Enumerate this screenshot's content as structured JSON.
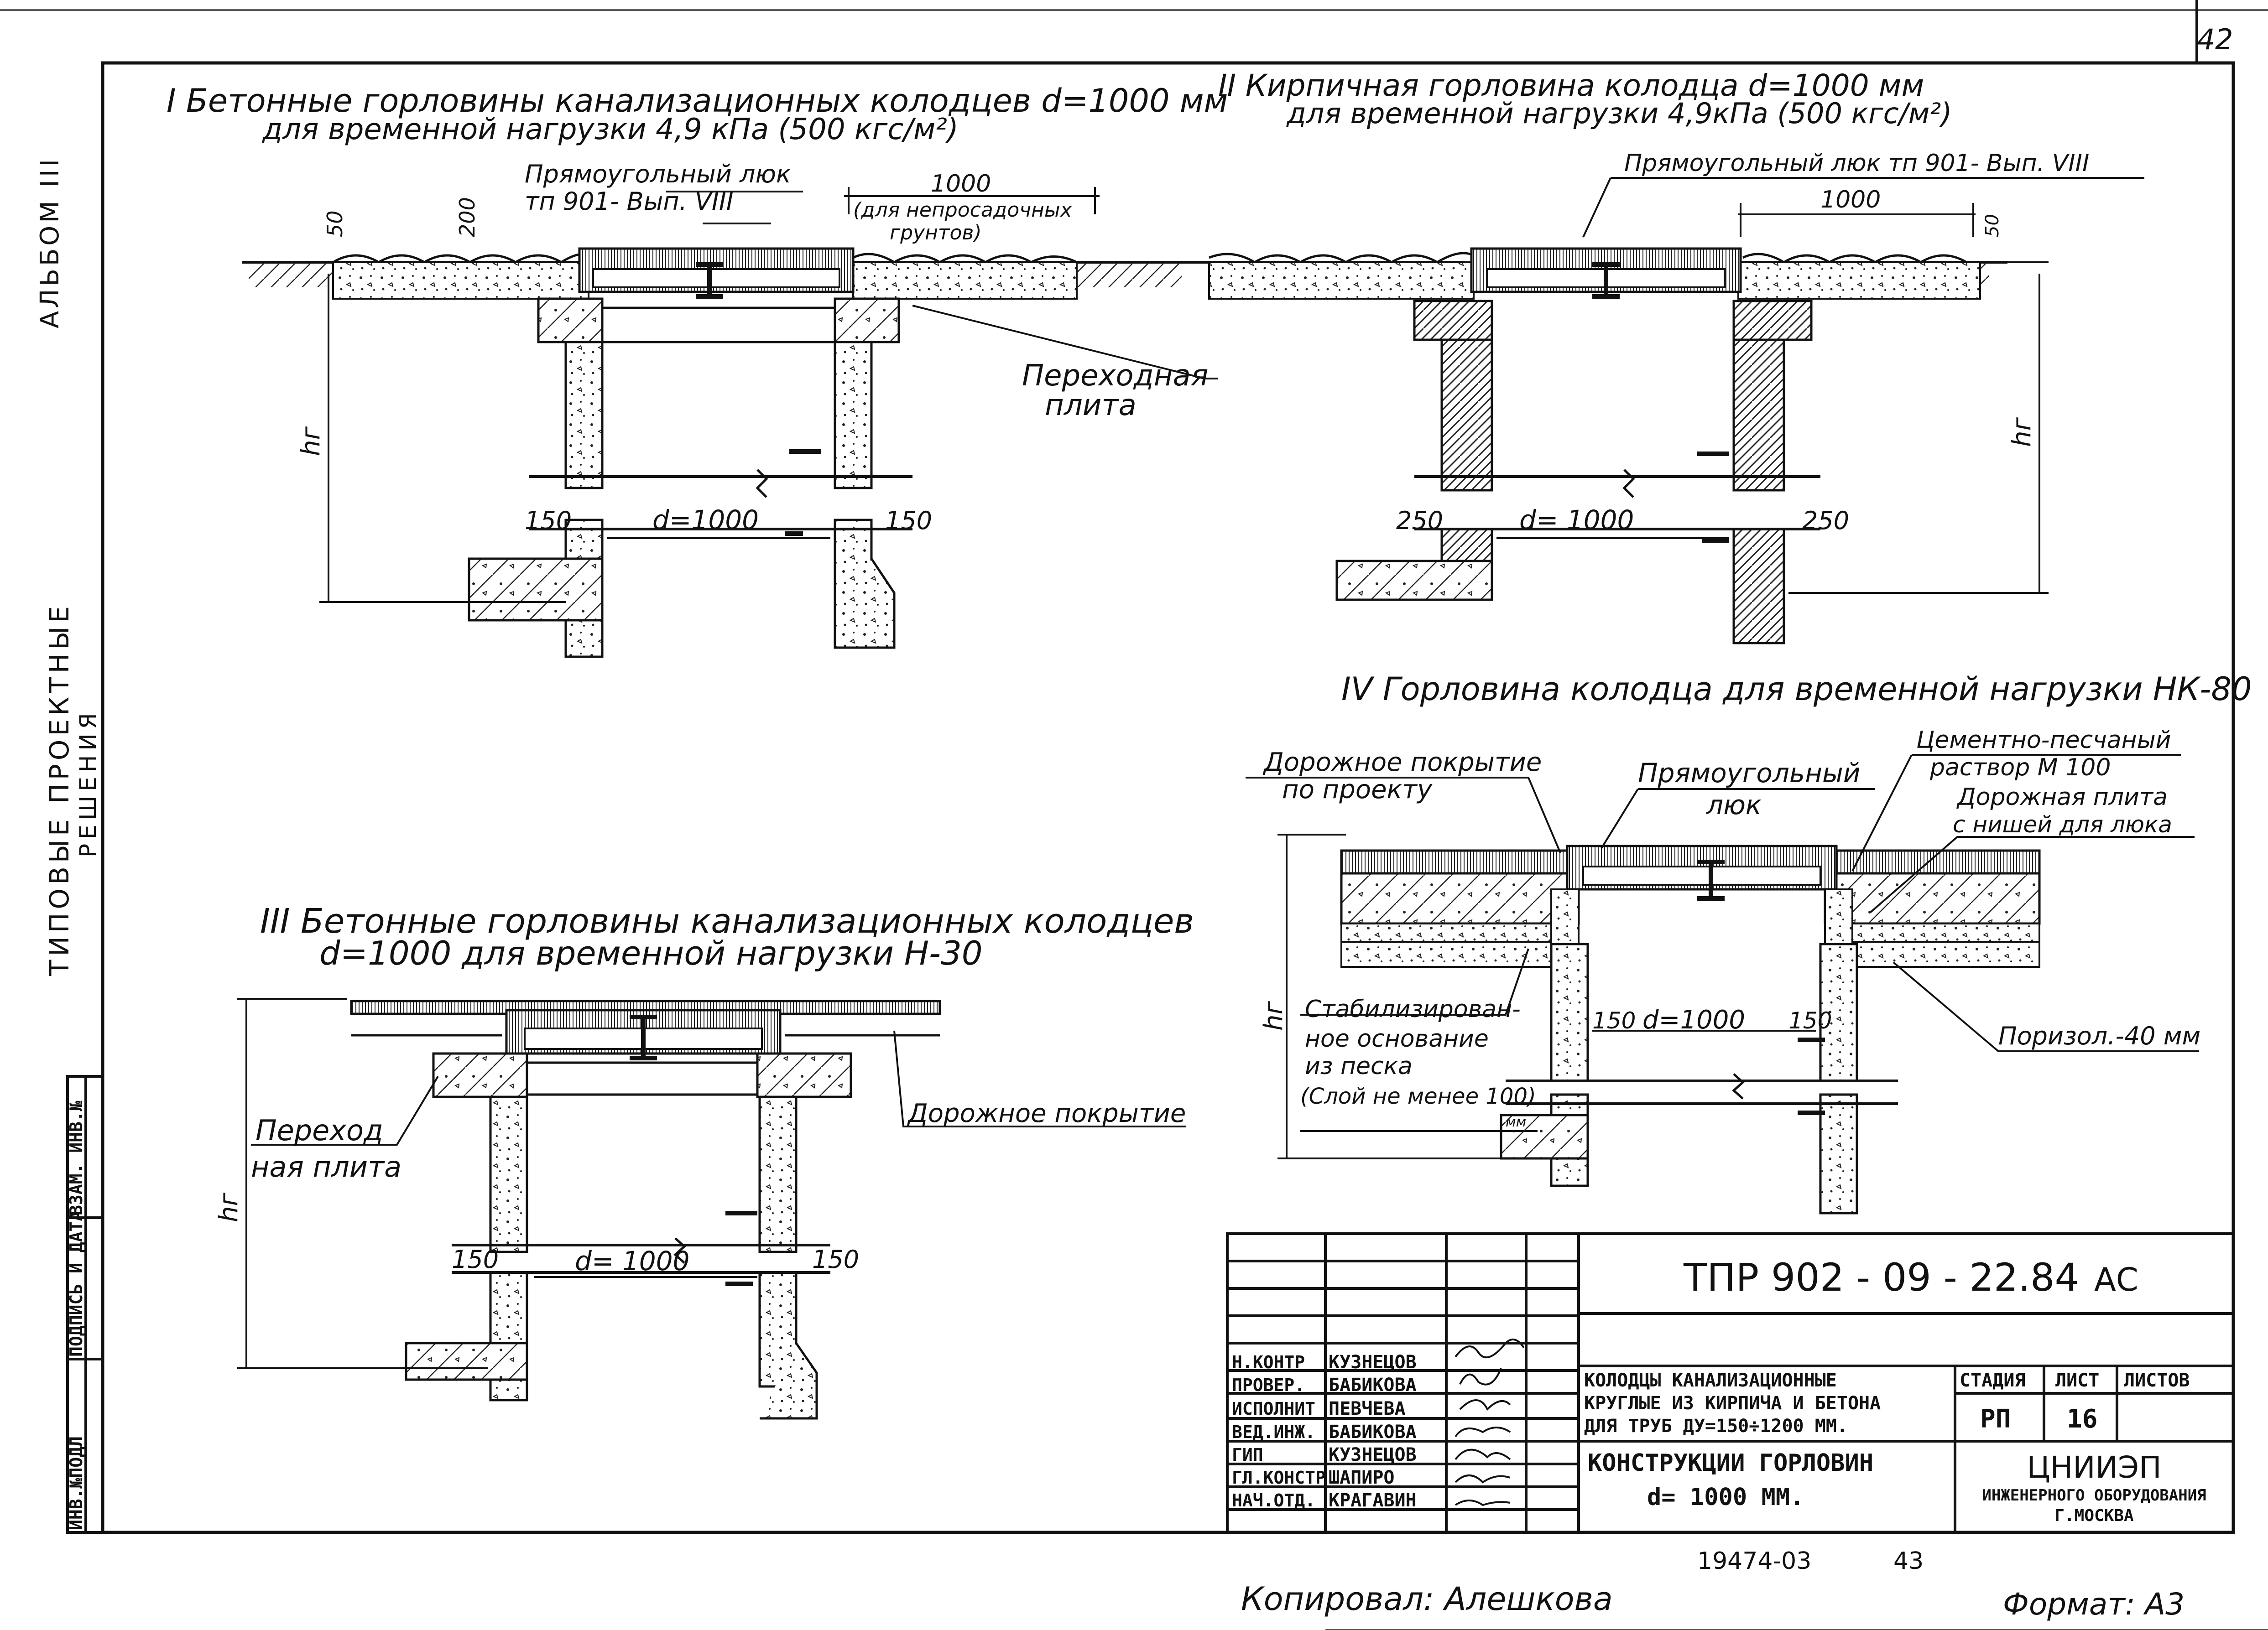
{
  "sheet": {
    "page_number": "42",
    "album": "АЛЬБОМ III",
    "series_title_1": "ТИПОВЫЕ ПРОЕКТНЫЕ",
    "series_title_2": "РЕШЕНИЯ",
    "copied_by": "Копировал: Алешкова",
    "format": "Формат: А3",
    "archive_number": "19474-03",
    "archive_sheet": "43",
    "left_strip": [
      "ИНВ.№ПОДЛ",
      "ПОДПИСЬ И ДАТА",
      "ВЗАМ. ИНВ.№"
    ]
  },
  "sections": {
    "s1": {
      "title_1": "I Бетонные горловины канализационных колодцев d=1000 мм",
      "title_2": "для временной нагрузки 4,9 кПа (500 кгс/м²)",
      "hatch_label_1": "Прямоугольный люк",
      "hatch_label_2": "тп 901-        Вып. VIII",
      "dim_1000": "1000",
      "note_1": "(для непросадочных",
      "note_2": "грунтов)",
      "dim_50": "50",
      "dim_200": "200",
      "dim_hr": "hг",
      "dim_150_left": "150",
      "dim_d": "d=1000",
      "dim_150_right": "150",
      "callout_1": "Переходная",
      "callout_2": "плита"
    },
    "s2": {
      "title_1": "II Кирпичная горловина колодца d=1000 мм",
      "title_2": "для временной нагрузки 4,9кПа (500 кгс/м²)",
      "hatch_label": "Прямоугольный люк тп 901-      Вып. VIII",
      "dim_1000": "1000",
      "dim_50": "50",
      "dim_hr": "hг",
      "dim_250_left": "250",
      "dim_d": "d= 1000",
      "dim_250_right": "250"
    },
    "s3": {
      "title_1": "III Бетонные горловины канализационных колодцев",
      "title_2": "d=1000 для временной нагрузки Н-30",
      "callout_1": "Переход",
      "callout_2": "ная плита",
      "road_label": "Дорожное покрытие",
      "dim_hr": "hг",
      "dim_150_left": "150",
      "dim_d": "d= 1000",
      "dim_150_right": "150"
    },
    "s4": {
      "title": "IV Горловина колодца для временной нагрузки НК-80",
      "road_1": "Дорожное покрытие",
      "road_2": "по проекту",
      "hatch_1": "Прямоугольный",
      "hatch_2": "люк",
      "mortar_1": "Цементно-песчаный",
      "mortar_2": "раствор  М 100",
      "slab_1": "Дорожная плита",
      "slab_2": "с нишей для люка",
      "base_1": "Стабилизирован-",
      "base_2": "ное основание",
      "base_3": "из песка",
      "base_4": "(Слой не менее 100)",
      "base_mm": "мм",
      "poroizol": "Поризол.-40 мм",
      "dim_hr": "hг",
      "dim_150_left": "150",
      "dim_d": "d=1000",
      "dim_150_right": "150"
    }
  },
  "title_block": {
    "code": "ТПР 902 - 09 - 22.84",
    "suffix": "АС",
    "roles": [
      {
        "role": "Н.КОНТР",
        "name": "КУЗНЕЦОВ"
      },
      {
        "role": "ПРОВЕР.",
        "name": "БАБИКОВА"
      },
      {
        "role": "ИСПОЛНИТ",
        "name": "ПЕВЧЕВА"
      },
      {
        "role": "ВЕД.ИНЖ.",
        "name": "БАБИКОВА"
      },
      {
        "role": "ГИП",
        "name": "КУЗНЕЦОВ"
      },
      {
        "role": "ГЛ.КОНСТР",
        "name": "ШАПИРО"
      },
      {
        "role": "НАЧ.ОТД.",
        "name": "КРАГАВИН"
      }
    ],
    "desc_1": "КОЛОДЦЫ КАНАЛИЗАЦИОННЫЕ",
    "desc_2": "КРУГЛЫЕ ИЗ КИРПИЧА И БЕТОНА",
    "desc_3": "ДЛЯ ТРУБ ДУ=150÷1200 ММ.",
    "sheet_title_1": "КОНСТРУКЦИИ ГОРЛОВИН",
    "sheet_title_2": "d= 1000 ММ.",
    "stage_label": "СТАДИЯ",
    "sheet_label": "ЛИСТ",
    "sheets_label": "ЛИСТОВ",
    "stage": "РП",
    "sheet_no": "16",
    "org_1": "ЦНИИЭП",
    "org_2": "ИНЖЕНЕРНОГО ОБОРУДОВАНИЯ",
    "org_3": "Г.МОСКВА"
  }
}
